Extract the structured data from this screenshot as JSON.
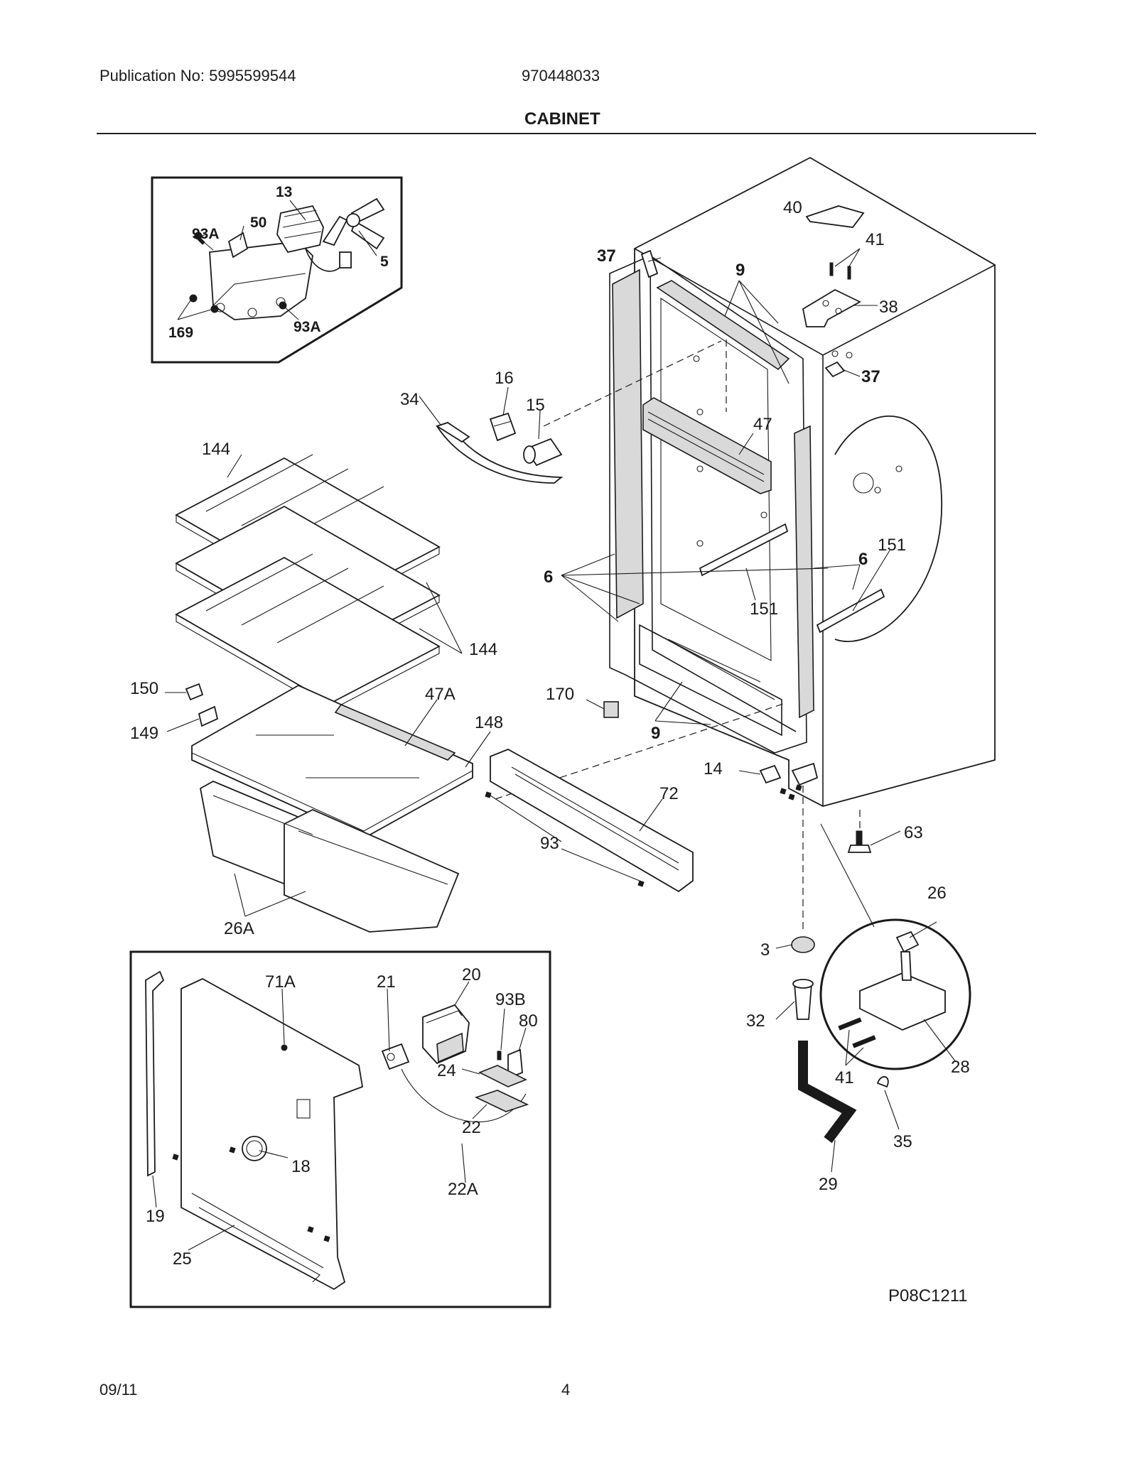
{
  "header": {
    "publication": "Publication No: 5995599544",
    "model": "970448033",
    "title": "CABINET"
  },
  "footer": {
    "date": "09/11",
    "page": "4"
  },
  "diagram_code": "P08C1211",
  "callouts": {
    "c13": "13",
    "c93A_a": "93A",
    "c50": "50",
    "c5": "5",
    "c169": "169",
    "c93A_b": "93A",
    "c40": "40",
    "c41_a": "41",
    "c37_a": "37",
    "c9_a": "9",
    "c38": "38",
    "c37_b": "37",
    "c16": "16",
    "c34": "34",
    "c15": "15",
    "c47": "47",
    "c144_a": "144",
    "c151_a": "151",
    "c6_a": "6",
    "c6_b": "6",
    "c151_b": "151",
    "c144_b": "144",
    "c150": "150",
    "c47A": "47A",
    "c170": "170",
    "c148": "148",
    "c149": "149",
    "c9_b": "9",
    "c14": "14",
    "c72": "72",
    "c63": "63",
    "c93": "93",
    "c26A": "26A",
    "c26": "26",
    "c3": "3",
    "c71A": "71A",
    "c21": "21",
    "c20": "20",
    "c93B": "93B",
    "c80": "80",
    "c32": "32",
    "c24": "24",
    "c41_b": "41",
    "c28": "28",
    "c22": "22",
    "c35": "35",
    "c18": "18",
    "c22A": "22A",
    "c29": "29",
    "c19": "19",
    "c25": "25"
  }
}
